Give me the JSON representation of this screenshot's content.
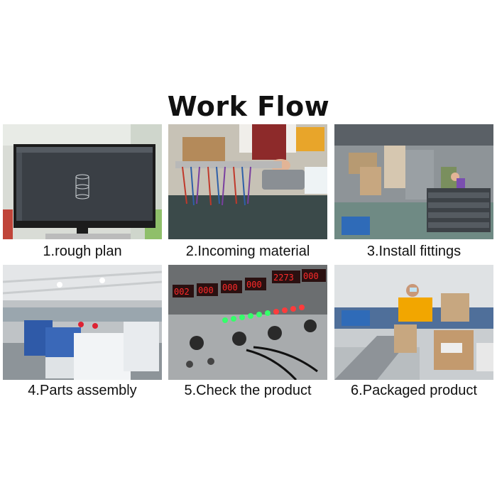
{
  "title": "Work Flow",
  "steps": [
    {
      "label": "1.rough plan",
      "image": "designer-monitor-cad-photo"
    },
    {
      "label": "2.Incoming material",
      "image": "worker-sorting-wires-photo"
    },
    {
      "label": "3.Install fittings",
      "image": "factory-floor-stacks-photo"
    },
    {
      "label": "4.Parts assembly",
      "image": "assembly-line-hall-photo"
    },
    {
      "label": "5.Check the product",
      "image": "test-panel-displays-photo"
    },
    {
      "label": "6.Packaged product",
      "image": "worker-packing-boxes-photo"
    }
  ],
  "colors": {
    "title": "#111111",
    "led_red": "#ff2a2a",
    "led_green": "#35ff6a"
  }
}
